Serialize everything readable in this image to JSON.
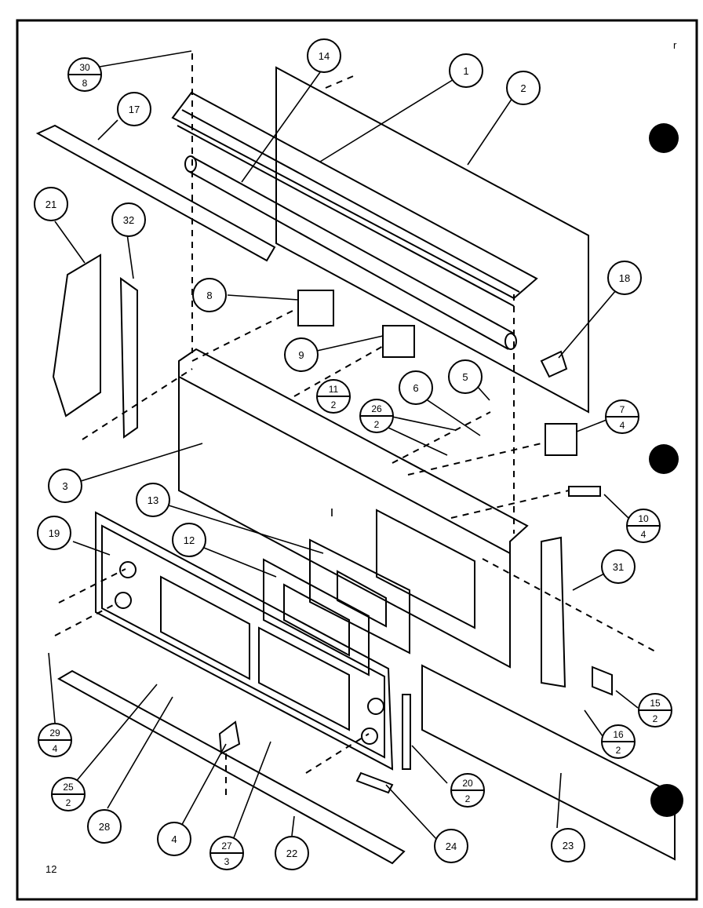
{
  "page": {
    "number": "12",
    "corner_mark": "r"
  },
  "callouts": [
    {
      "id": "c1",
      "label": "1"
    },
    {
      "id": "c2",
      "label": "2"
    },
    {
      "id": "c3",
      "label": "3"
    },
    {
      "id": "c4",
      "label": "4"
    },
    {
      "id": "c5",
      "label": "5"
    },
    {
      "id": "c6",
      "label": "6"
    },
    {
      "id": "c8",
      "label": "8"
    },
    {
      "id": "c9",
      "label": "9"
    },
    {
      "id": "c12",
      "label": "12"
    },
    {
      "id": "c13",
      "label": "13"
    },
    {
      "id": "c14",
      "label": "14"
    },
    {
      "id": "c17",
      "label": "17"
    },
    {
      "id": "c18",
      "label": "18"
    },
    {
      "id": "c19",
      "label": "19"
    },
    {
      "id": "c21",
      "label": "21"
    },
    {
      "id": "c22",
      "label": "22"
    },
    {
      "id": "c23",
      "label": "23"
    },
    {
      "id": "c24",
      "label": "24"
    },
    {
      "id": "c28",
      "label": "28"
    },
    {
      "id": "c31",
      "label": "31"
    },
    {
      "id": "c32",
      "label": "32"
    }
  ],
  "fraction_callouts": [
    {
      "id": "f30",
      "top": "30",
      "bottom": "8"
    },
    {
      "id": "f11",
      "top": "11",
      "bottom": "2"
    },
    {
      "id": "f26",
      "top": "26",
      "bottom": "2"
    },
    {
      "id": "f7",
      "top": "7",
      "bottom": "4"
    },
    {
      "id": "f10",
      "top": "10",
      "bottom": "4"
    },
    {
      "id": "f15",
      "top": "15",
      "bottom": "2"
    },
    {
      "id": "f16",
      "top": "16",
      "bottom": "2"
    },
    {
      "id": "f20",
      "top": "20",
      "bottom": "2"
    },
    {
      "id": "f25",
      "top": "25",
      "bottom": "2"
    },
    {
      "id": "f27",
      "top": "27",
      "bottom": "3"
    },
    {
      "id": "f29",
      "top": "29",
      "bottom": "4"
    }
  ]
}
